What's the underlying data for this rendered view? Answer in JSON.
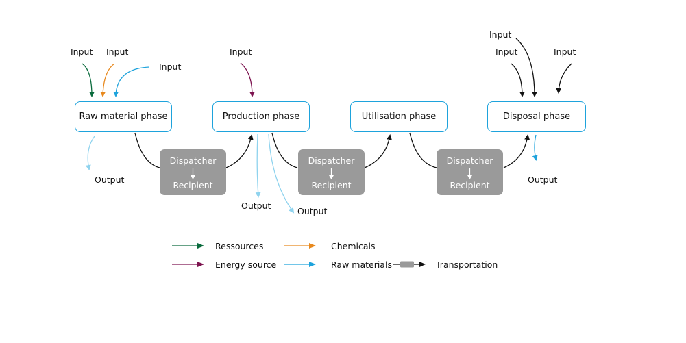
{
  "phases": [
    {
      "label": "Raw material phase"
    },
    {
      "label": "Production phase"
    },
    {
      "label": "Utilisation phase"
    },
    {
      "label": "Disposal phase"
    }
  ],
  "transports": [
    {
      "from": "Dispatcher",
      "to": "Recipient"
    },
    {
      "from": "Dispatcher",
      "to": "Recipient"
    },
    {
      "from": "Dispatcher",
      "to": "Recipient"
    }
  ],
  "flows": {
    "inputs": [
      {
        "label": "Input",
        "phase": "Raw material phase",
        "type": "Ressources",
        "color": "#0a6b3d"
      },
      {
        "label": "Input",
        "phase": "Raw material phase",
        "type": "Chemicals",
        "color": "#e8891e"
      },
      {
        "label": "Input",
        "phase": "Raw material phase",
        "type": "Raw materials",
        "color": "#1ea3dc"
      },
      {
        "label": "Input",
        "phase": "Production phase",
        "type": "Energy source",
        "color": "#7d1450"
      },
      {
        "label": "Input",
        "phase": "Disposal phase",
        "color": "#111111"
      },
      {
        "label": "Input",
        "phase": "Disposal phase",
        "color": "#111111"
      },
      {
        "label": "Input",
        "phase": "Disposal phase",
        "color": "#111111"
      }
    ],
    "outputs": [
      {
        "label": "Output",
        "phase": "Raw material phase",
        "color": "#8fd3ee"
      },
      {
        "label": "Output",
        "phase": "Production phase",
        "color": "#8fd3ee"
      },
      {
        "label": "Output",
        "phase": "Production phase",
        "color": "#8fd3ee"
      },
      {
        "label": "Output",
        "phase": "Disposal phase",
        "color": "#1ea3dc"
      }
    ]
  },
  "legend": {
    "items": [
      {
        "label": "Ressources",
        "color": "#0a6b3d"
      },
      {
        "label": "Chemicals",
        "color": "#e8891e"
      },
      {
        "label": "Energy source",
        "color": "#7d1450"
      },
      {
        "label": "Raw materials",
        "color": "#1ea3dc"
      }
    ],
    "transportation": {
      "label": "Transportation",
      "box_color": "#9a9a9a",
      "line_color": "#111111"
    }
  },
  "colors": {
    "phase_border": "#1ea3dc",
    "transport_fill": "#9a9a9a",
    "connector": "#111111"
  }
}
